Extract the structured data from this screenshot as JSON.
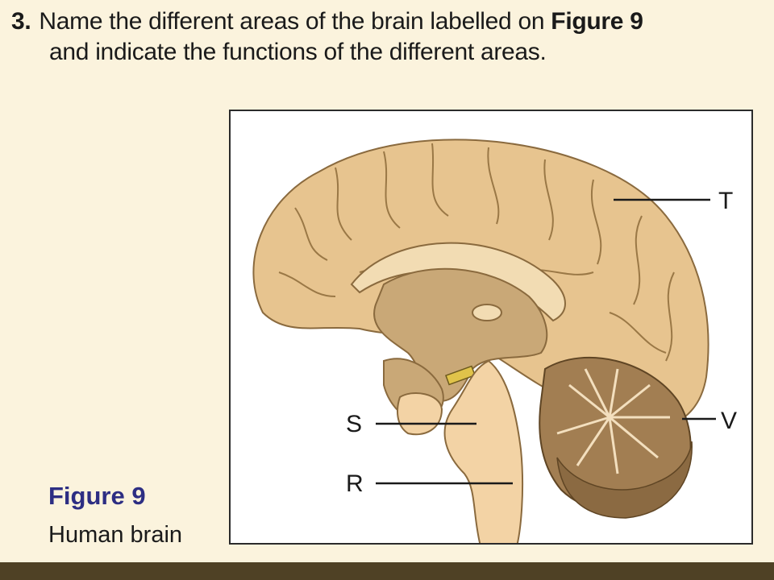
{
  "question": {
    "number": "3.",
    "text_part1": "Name the different areas of the brain labelled on ",
    "figure_ref": "Figure 9",
    "text_part2": "and indicate the functions of the different areas."
  },
  "figure": {
    "caption_title": "Figure 9",
    "caption_subtitle": "Human brain",
    "labels": {
      "T": "T",
      "S": "S",
      "R": "R",
      "V": "V"
    }
  },
  "colors": {
    "background": "#fbf3dd",
    "cerebrum": "#e7c48f",
    "inner": "#c9a877",
    "brainstem": "#f3d3a5",
    "cerebellum": "#a27e52",
    "caption_title": "#2d2e83",
    "bottom_bar": "#4f4125"
  }
}
